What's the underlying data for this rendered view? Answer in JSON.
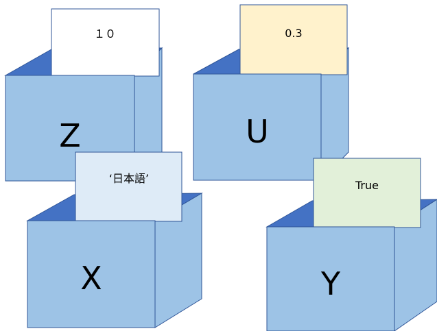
{
  "colors": {
    "box_front": "#9DC3E6",
    "box_side": "#9DC3E6",
    "box_inner": "#4472C4",
    "outline": "#2F5597",
    "card_z": "#FFFFFF",
    "card_u": "#FFF2CC",
    "card_x": "#DEEBF7",
    "card_y": "#E2F0D9"
  },
  "boxes": [
    {
      "id": "z",
      "letter": "Z",
      "card_value": "１０"
    },
    {
      "id": "u",
      "letter": "U",
      "card_value": "0.3"
    },
    {
      "id": "x",
      "letter": "X",
      "card_value": "‘日本語’"
    },
    {
      "id": "y",
      "letter": "Y",
      "card_value": "True"
    }
  ]
}
